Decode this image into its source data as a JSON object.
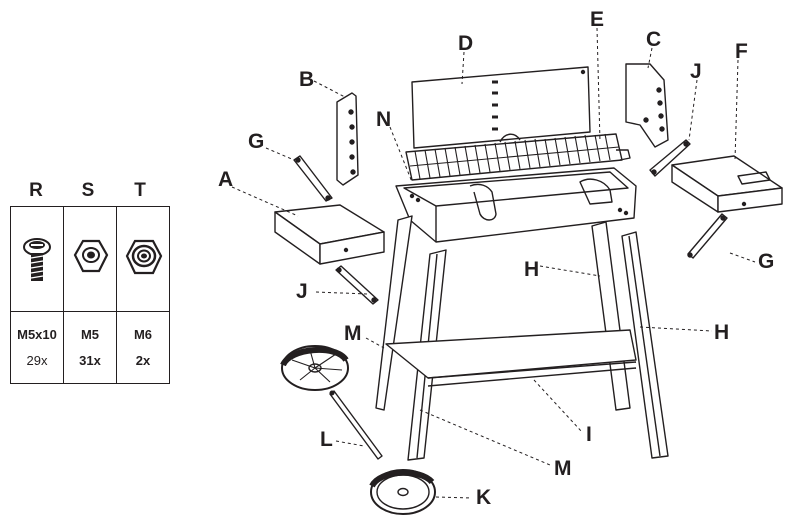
{
  "hardware": {
    "columns": [
      {
        "letter": "R",
        "size": "M5x10",
        "qty": "29x",
        "icon": "bolt-icon"
      },
      {
        "letter": "S",
        "size": "M5",
        "qty": "31x",
        "icon": "nut-icon"
      },
      {
        "letter": "T",
        "size": "M6",
        "qty": "2x",
        "icon": "lock-nut-icon"
      }
    ]
  },
  "parts": {
    "A": "A",
    "B": "B",
    "C": "C",
    "D": "D",
    "E": "E",
    "F": "F",
    "G1": "G",
    "G2": "G",
    "H1": "H",
    "H2": "H",
    "I": "I",
    "J1": "J",
    "J2": "J",
    "K": "K",
    "L": "L",
    "M1": "M",
    "M2": "M",
    "N": "N"
  }
}
